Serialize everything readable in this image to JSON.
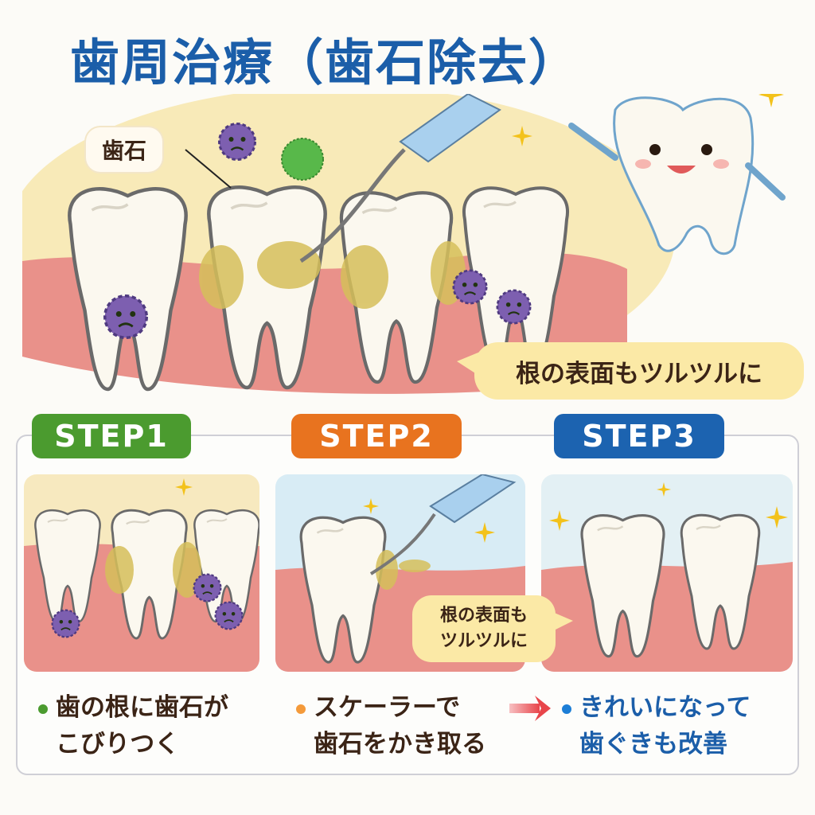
{
  "title": "歯周治療（歯石除去）",
  "scene": {
    "tartar_label": "歯石",
    "speech": "根の表面もツルツルに"
  },
  "steps": [
    {
      "badge": "STEP1",
      "color": "#4b9b2f",
      "caption_line1": "歯の根に歯石が",
      "caption_line2": "こびりつく",
      "text_color": "#3b2416"
    },
    {
      "badge": "STEP2",
      "color": "#e8731f",
      "caption_line1": "スケーラーで",
      "caption_line2": "歯石をかき取る",
      "text_color": "#3b2416",
      "bubble_line1": "根の表面も",
      "bubble_line2": "ツルツルに"
    },
    {
      "badge": "STEP3",
      "color": "#1c63b0",
      "caption_line1": "きれいになって",
      "caption_line2": "歯ぐきも改善",
      "text_color": "#1b5ea9"
    }
  ],
  "colors": {
    "arrow": "#e8454a",
    "gum": "#e9918a",
    "tartar": "#d6bf5a",
    "bacteria": "#7d5fb0"
  }
}
